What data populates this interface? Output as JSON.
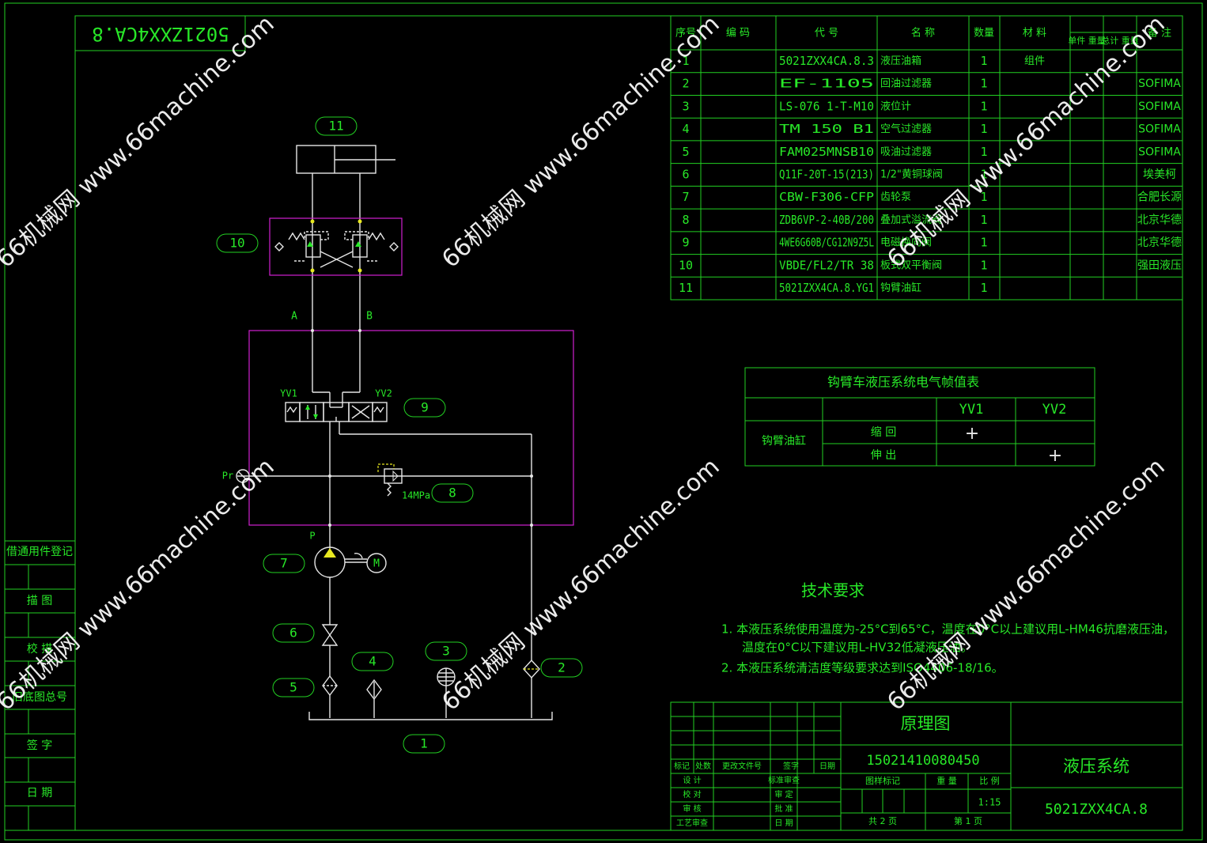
{
  "drawing_code_mirrored": "5021ZXX4CA.8",
  "watermark": "66机械网 www.66machine.com",
  "bom": {
    "headers": [
      "序号",
      "编 码",
      "代 号",
      "名 称",
      "数量",
      "材 料",
      "单件 重量",
      "总计 重量",
      "备 注"
    ],
    "rows": [
      {
        "no": "1",
        "code": "",
        "drawing_no": "5021ZXX4CA.8.3",
        "name": "液压油箱",
        "qty": "1",
        "material": "组件",
        "remark": ""
      },
      {
        "no": "2",
        "code": "",
        "drawing_no": "EF-1105",
        "name": "回油过滤器",
        "qty": "1",
        "material": "",
        "remark": "SOFIMA"
      },
      {
        "no": "3",
        "code": "",
        "drawing_no": "LS-076 1-T-M10",
        "name": "液位计",
        "qty": "1",
        "material": "",
        "remark": "SOFIMA"
      },
      {
        "no": "4",
        "code": "",
        "drawing_no": "TM 150 B1",
        "name": "空气过滤器",
        "qty": "1",
        "material": "",
        "remark": "SOFIMA"
      },
      {
        "no": "5",
        "code": "",
        "drawing_no": "FAM025MNSB10",
        "name": "吸油过滤器",
        "qty": "1",
        "material": "",
        "remark": "SOFIMA"
      },
      {
        "no": "6",
        "code": "",
        "drawing_no": "Q11F-20T-15(213)",
        "name": "1/2\"黄铜球阀",
        "qty": "1",
        "material": "",
        "remark": "埃美柯"
      },
      {
        "no": "7",
        "code": "",
        "drawing_no": "CBW-F306-CFP",
        "name": "齿轮泵",
        "qty": "1",
        "material": "",
        "remark": "合肥长源"
      },
      {
        "no": "8",
        "code": "",
        "drawing_no": "ZDB6VP-2-40B/200",
        "name": "叠加式溢流阀",
        "qty": "1",
        "material": "",
        "remark": "北京华德"
      },
      {
        "no": "9",
        "code": "",
        "drawing_no": "4WE6G60B/CG12N9Z5L",
        "name": "电磁换向阀",
        "qty": "1",
        "material": "",
        "remark": "北京华德"
      },
      {
        "no": "10",
        "code": "",
        "drawing_no": "VBDE/FL2/TR 38",
        "name": "板式双平衡阀",
        "qty": "1",
        "material": "",
        "remark": "强田液压"
      },
      {
        "no": "11",
        "code": "",
        "drawing_no": "5021ZXX4CA.8.YG1",
        "name": "钩臂油缸",
        "qty": "1",
        "material": "",
        "remark": ""
      }
    ]
  },
  "elec_table": {
    "title": "钩臂车液压系统电气帧值表",
    "col_headers": [
      "YV1",
      "YV2"
    ],
    "row_group": "钩臂油缸",
    "rows": [
      {
        "action": "缩 回",
        "yv1": "+",
        "yv2": ""
      },
      {
        "action": "伸 出",
        "yv1": "",
        "yv2": "+"
      }
    ]
  },
  "tech": {
    "title": "技术要求",
    "line1": "1. 本液压系统使用温度为-25°C到65°C，温度在0°C以上建议用L-HM46抗磨液压油，",
    "line2": "温度在0°C以下建议用L-HV32低凝液压油。",
    "line3": "2. 本液压系统清洁度等级要求达到ISO4406-18/16。"
  },
  "schematic": {
    "balloons": [
      "11",
      "10",
      "9",
      "8",
      "7",
      "6",
      "5",
      "4",
      "3",
      "2",
      "1"
    ],
    "port_a": "A",
    "port_b": "B",
    "yv1": "YV1",
    "yv2": "YV2",
    "pressure": "14MPa",
    "port_p": "P",
    "port_pr": "Pr",
    "motor": "M"
  },
  "left_strip": [
    "借通用件登记",
    "描 图",
    "校 描",
    "旧底图总号",
    "签 字",
    "日 期"
  ],
  "title_block": {
    "drawing_title": "原理图",
    "serial": "15021410080450",
    "system": "液压系统",
    "drawing_code": "5021ZXX4CA.8",
    "rev_headers": [
      "标记",
      "处数",
      "更改文件号",
      "签字",
      "日期"
    ],
    "left_rows": [
      "设 计",
      "校 对",
      "审 核",
      "工艺审查"
    ],
    "mid_rows": [
      "标准审查",
      "审 定",
      "批 准",
      "日 期"
    ],
    "stage_mark": "图样标记",
    "weight": "重 量",
    "scale_label": "比 例",
    "scale": "1:15",
    "sheets_total": "共 2 页",
    "sheet_no": "第 1 页"
  }
}
